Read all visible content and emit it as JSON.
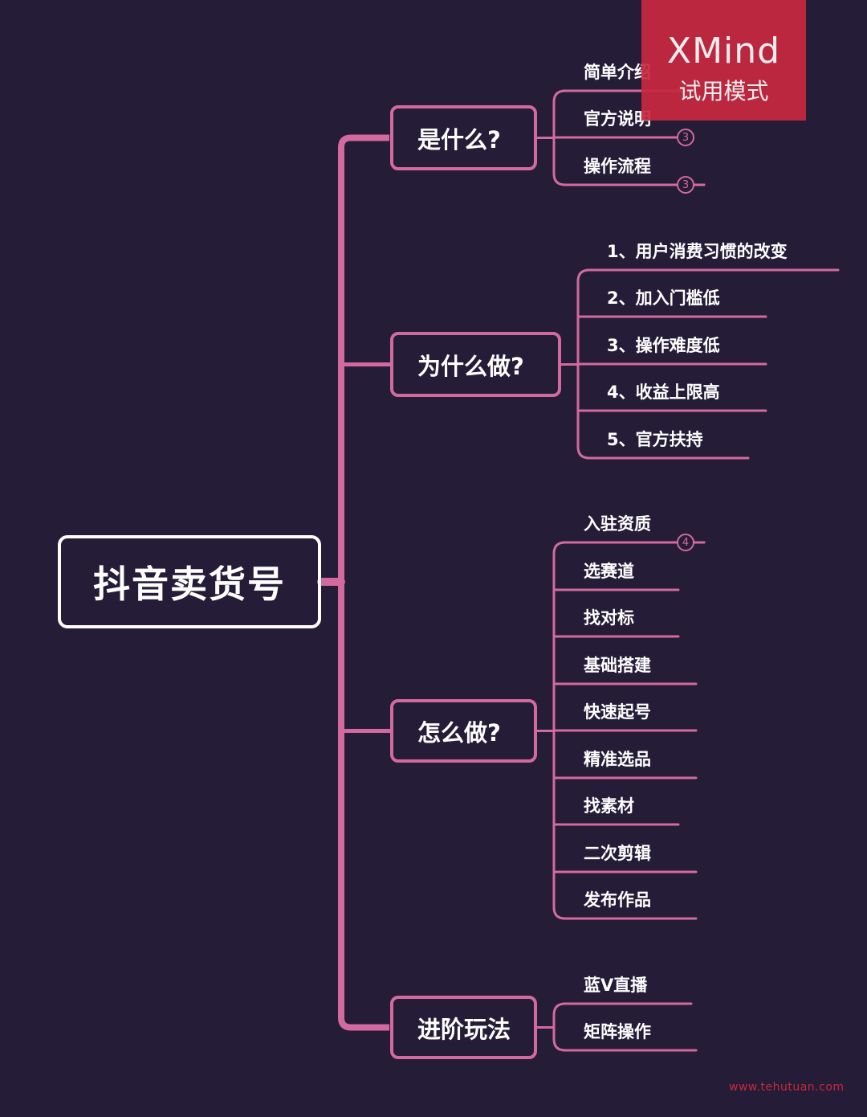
{
  "root": {
    "label": "抖音卖货号"
  },
  "branches": [
    {
      "label": "是什么?",
      "children": [
        {
          "label": "简单介绍",
          "badge": ""
        },
        {
          "label": "官方说明",
          "badge": "3"
        },
        {
          "label": "操作流程",
          "badge": "3"
        }
      ]
    },
    {
      "label": "为什么做?",
      "children": [
        {
          "label": "1、用户消费习惯的改变",
          "badge": ""
        },
        {
          "label": "2、加入门槛低",
          "badge": ""
        },
        {
          "label": "3、操作难度低",
          "badge": ""
        },
        {
          "label": "4、收益上限高",
          "badge": ""
        },
        {
          "label": "5、官方扶持",
          "badge": ""
        }
      ]
    },
    {
      "label": "怎么做?",
      "children": [
        {
          "label": "入驻资质",
          "badge": "4"
        },
        {
          "label": "选赛道",
          "badge": ""
        },
        {
          "label": "找对标",
          "badge": ""
        },
        {
          "label": "基础搭建",
          "badge": ""
        },
        {
          "label": "快速起号",
          "badge": ""
        },
        {
          "label": "精准选品",
          "badge": ""
        },
        {
          "label": "找素材",
          "badge": ""
        },
        {
          "label": "二次剪辑",
          "badge": ""
        },
        {
          "label": "发布作品",
          "badge": ""
        }
      ]
    },
    {
      "label": "进阶玩法",
      "children": [
        {
          "label": "蓝V直播",
          "badge": ""
        },
        {
          "label": "矩阵操作",
          "badge": ""
        }
      ]
    }
  ],
  "overlay": {
    "brand": "XMind",
    "mode": "试用模式"
  },
  "watermark": "www.tehutuan.com",
  "colors": {
    "background": "#251c37",
    "line": "#d26a9f",
    "root_border": "#ffffff",
    "overlay": "#c8283f"
  }
}
